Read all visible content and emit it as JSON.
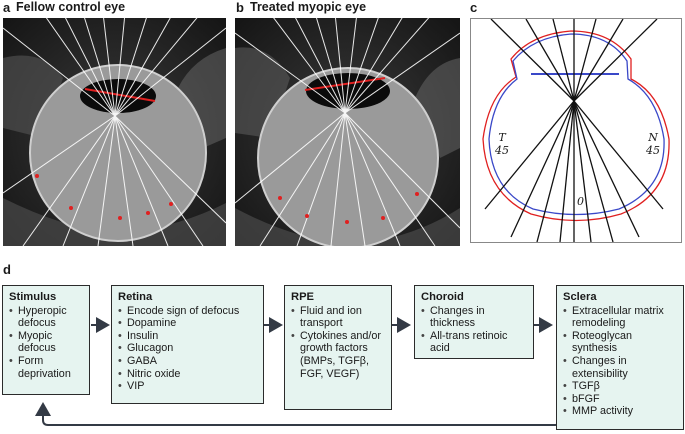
{
  "panels": {
    "a": {
      "letter": "a",
      "title": "Fellow control eye"
    },
    "b": {
      "letter": "b",
      "title": "Treated myopic eye"
    },
    "c": {
      "letter": "c",
      "labels": {
        "temporal": "T",
        "temporal_angle": "45",
        "nasal": "N",
        "nasal_angle": "45",
        "center": "0"
      }
    },
    "d": {
      "letter": "d"
    }
  },
  "flow": [
    {
      "id": "stimulus",
      "title": "Stimulus",
      "items": [
        "Hyperopic defocus",
        "Myopic defocus",
        "Form deprivation"
      ]
    },
    {
      "id": "retina",
      "title": "Retina",
      "items": [
        "Encode sign of defocus",
        "Dopamine",
        "Insulin",
        "Glucagon",
        "GABA",
        "Nitric oxide",
        "VIP"
      ]
    },
    {
      "id": "rpe",
      "title": "RPE",
      "items": [
        "Fluid and ion transport",
        "Cytokines and/or growth factors (BMPs, TGFβ, FGF, VEGF)"
      ]
    },
    {
      "id": "choroid",
      "title": "Choroid",
      "items": [
        "Changes in thickness",
        "All-trans retinoic acid"
      ]
    },
    {
      "id": "sclera",
      "title": "Sclera",
      "items": [
        "Extracellular matrix remodeling",
        "Roteoglycan synthesis",
        "Changes in extensibility",
        "TGFβ",
        "bFGF",
        "MMP activity"
      ]
    }
  ],
  "colors": {
    "box_fill": "#e6f4f0",
    "arrow": "#333a45",
    "red_line": "#e02020",
    "blue_line": "#3a48c8"
  }
}
